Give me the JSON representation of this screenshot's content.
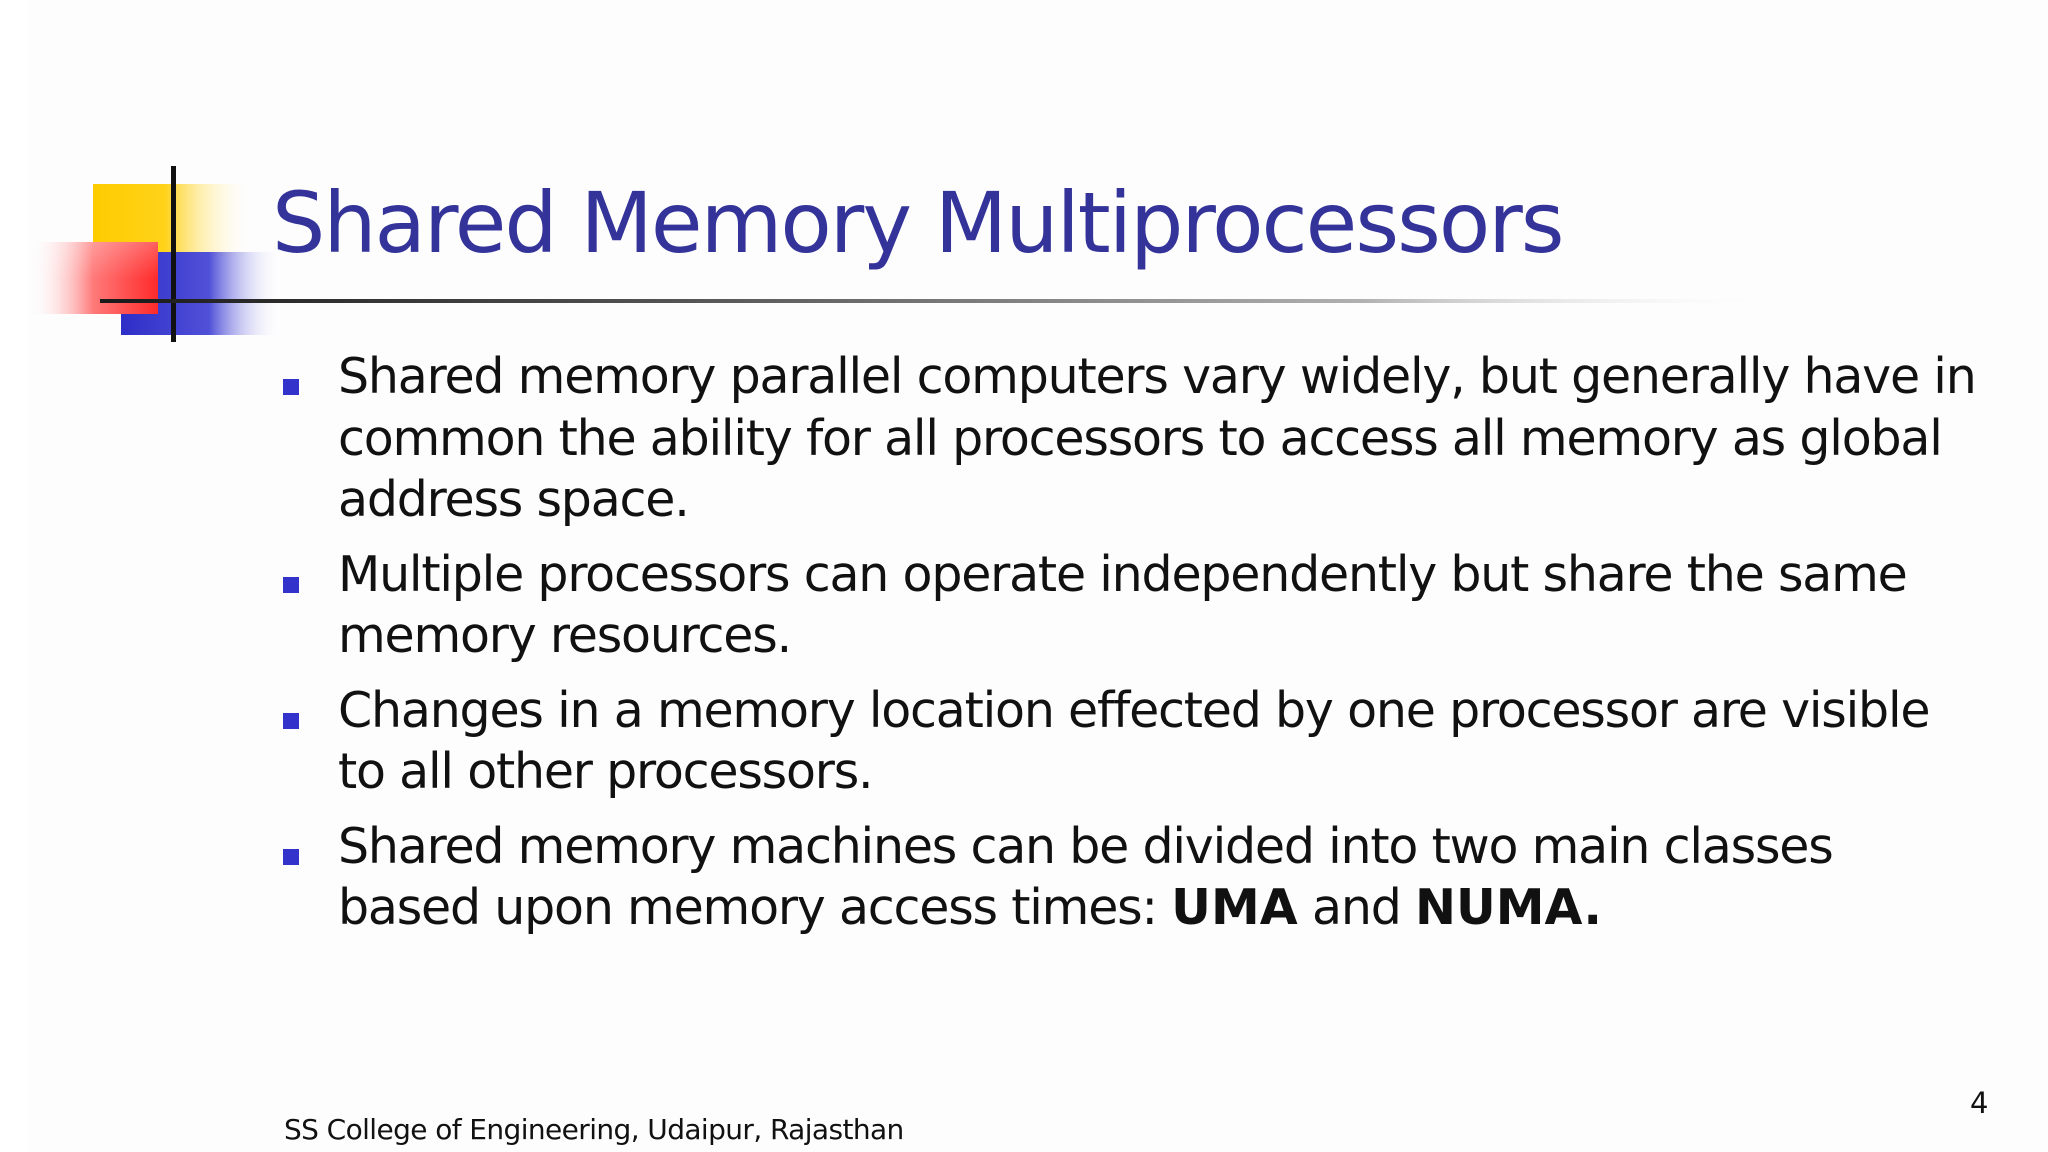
{
  "slide": {
    "title": "Shared Memory Multiprocessors",
    "bullets": [
      {
        "text": "Shared memory parallel computers vary widely, but generally have in common the ability for all processors to access all memory as global address space."
      },
      {
        "text": "Multiple processors can operate independently but share the same memory resources."
      },
      {
        "text": "Changes in a memory location effected by one processor are visible to all other processors."
      },
      {
        "text_before": "Shared memory machines can be divided into two main classes based upon memory access times: ",
        "bold_1": "UMA",
        "text_middle": " and ",
        "bold_2": "NUMA."
      }
    ],
    "footer": "SS College of Engineering, Udaipur, Rajasthan",
    "page_number": "4"
  },
  "colors": {
    "title": "#33339a",
    "bullet_marker": "#3333cc",
    "logo_yellow": "#ffcc00",
    "logo_blue": "#3333cc",
    "logo_red": "#ff3333"
  }
}
